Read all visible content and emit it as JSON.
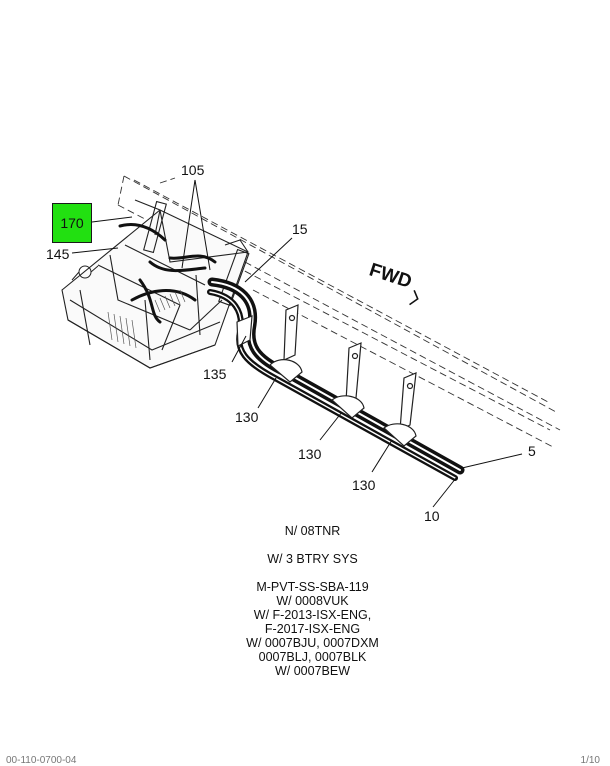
{
  "diagram": {
    "callouts": {
      "c105": "105",
      "c15": "15",
      "c145": "145",
      "c135": "135",
      "c130a": "130",
      "c130b": "130",
      "c130c": "130",
      "c5": "5",
      "c10": "10"
    },
    "highlight": {
      "label": "170",
      "color": "#22e011"
    },
    "fwd_label": "FWD"
  },
  "notes": {
    "line1": "N/ 08TNR",
    "line2": "W/ 3 BTRY SYS",
    "line3": "M-PVT-SS-SBA-119",
    "line4": "W/ 0008VUK",
    "line5": "W/ F-2013-ISX-ENG,",
    "line6": "F-2017-ISX-ENG",
    "line7": "W/ 0007BJU, 0007DXM",
    "line8": "0007BLJ, 0007BLK",
    "line9": "W/ 0007BEW"
  },
  "footer": {
    "left": "00-110-0700-04",
    "right": "1/10"
  }
}
